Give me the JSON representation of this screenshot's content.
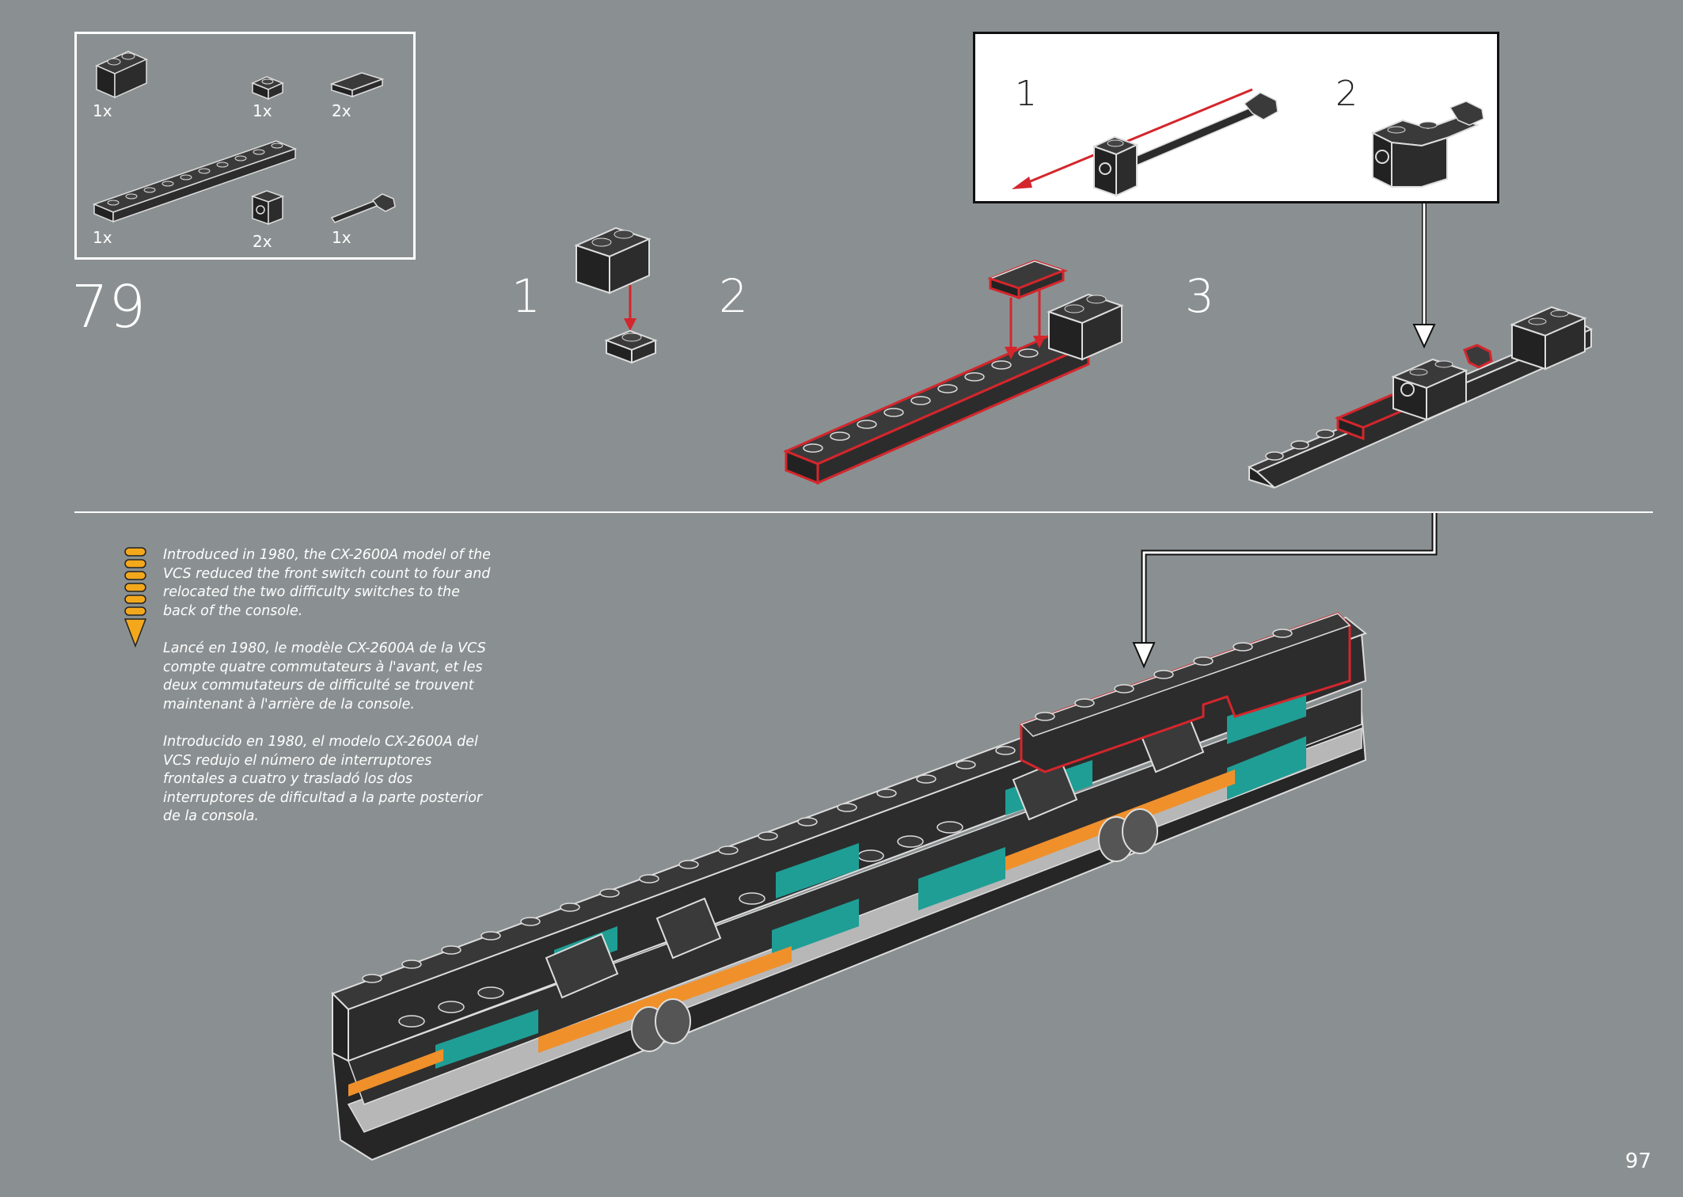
{
  "step": {
    "number": "79",
    "sub_steps": [
      "1",
      "2",
      "3"
    ]
  },
  "parts_list": {
    "items": [
      {
        "qty": "1x",
        "icon": "brick-1x2-dark-gray-icon"
      },
      {
        "qty": "1x",
        "icon": "plate-1x1-dark-gray-icon"
      },
      {
        "qty": "2x",
        "icon": "tile-1x2-dark-gray-icon"
      },
      {
        "qty": "1x",
        "icon": "plate-1x10-dark-gray-icon"
      },
      {
        "qty": "2x",
        "icon": "brick-1x1-with-axle-hole-icon"
      },
      {
        "qty": "1x",
        "icon": "bar-with-hammer-head-icon"
      }
    ]
  },
  "callout": {
    "sub_steps": [
      "1",
      "2"
    ]
  },
  "info": {
    "icon": "pencil-tip-icon",
    "paragraphs": [
      "Introduced in 1980, the CX-2600A model of the VCS reduced the front switch count to four and relocated the two difficulty switches to the back of the console.",
      "Lancé en 1980, le modèle CX-2600A de la VCS compte quatre commutateurs à l'avant, et les deux commutateurs de difficulté se trouvent maintenant à l'arrière de la console.",
      "Introducido en 1980, el modelo CX-2600A del VCS redujo el número de interruptores frontales a cuatro y trasladó los dos interruptores de dificultad a la parte posterior de la consola."
    ]
  },
  "page_number": "97",
  "colors": {
    "background": "#8a9091",
    "brick": "#2f2f2f",
    "highlight": "#d4262c",
    "teal": "#1f9e95",
    "orange": "#f0902b",
    "light_gray": "#b7b7b7",
    "info_icon": "#f3a81c"
  }
}
